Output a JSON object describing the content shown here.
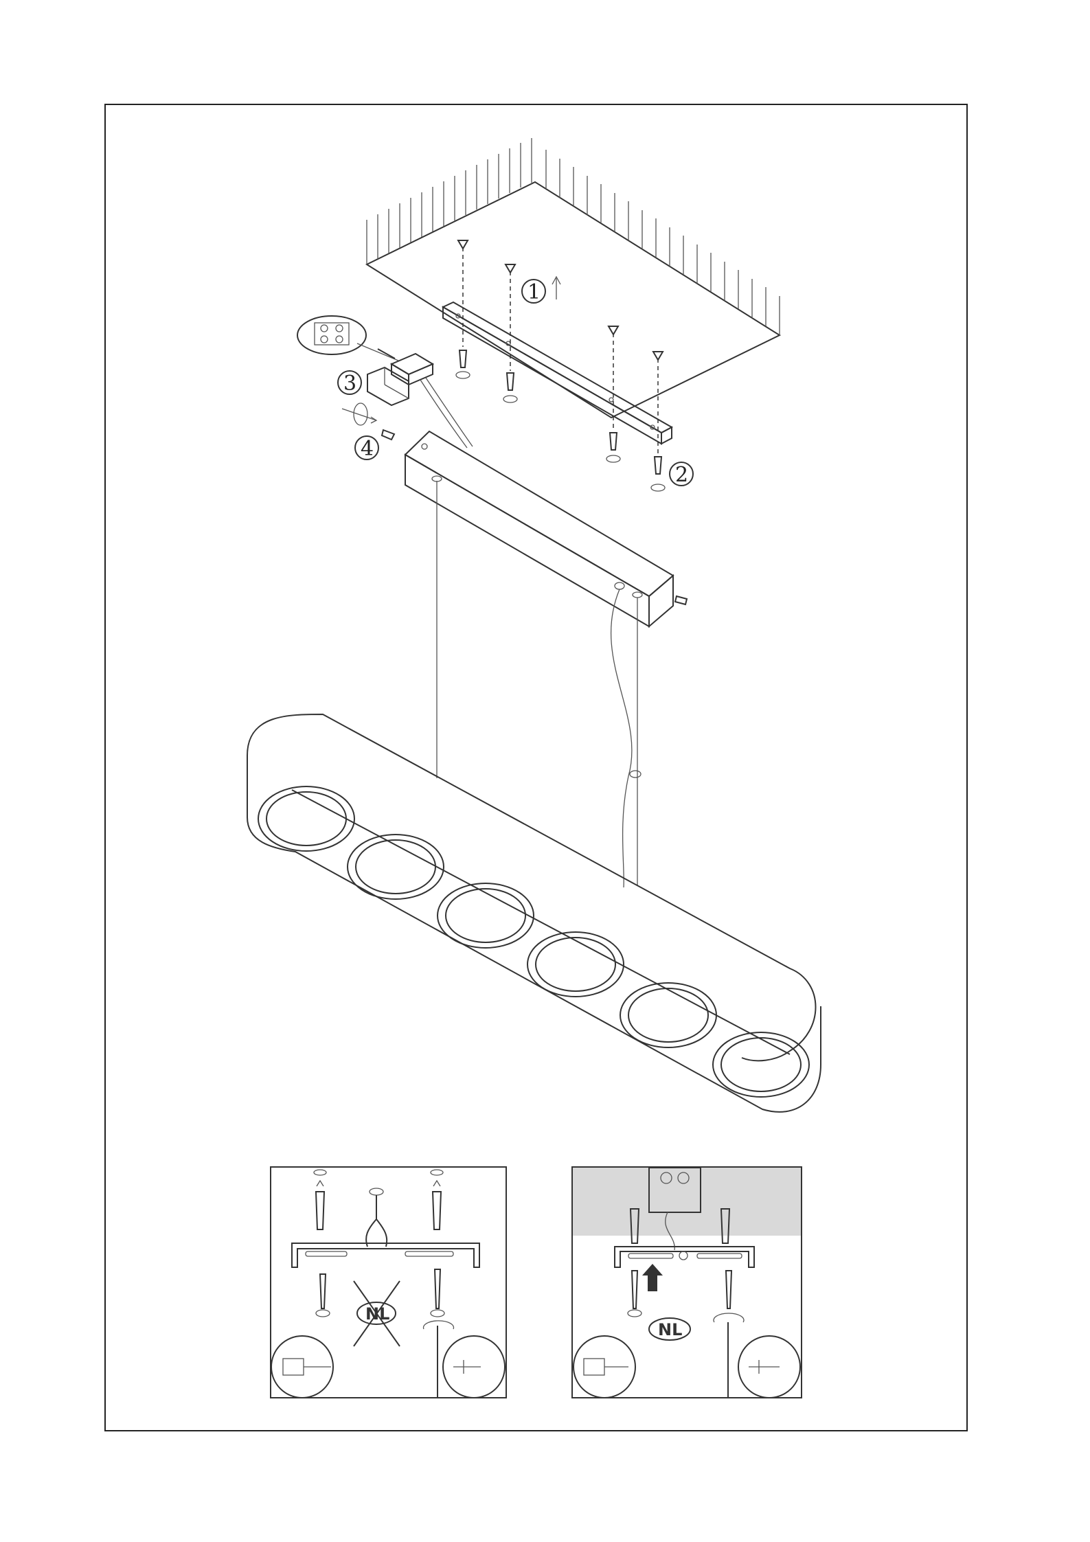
{
  "steps": {
    "step1": "1",
    "step2": "2",
    "step3": "3",
    "step4": "4"
  },
  "panels": {
    "left_badge": "NL",
    "right_badge": "NL"
  },
  "colors": {
    "line": "#333333",
    "panel_ceiling": "#d9d9d9",
    "background": "#ffffff"
  },
  "icons": [
    "ceiling-hatch-icon",
    "screw-icon",
    "wall-plug-icon",
    "screwdriver-icon",
    "drill-icon",
    "rotate-arrow-icon",
    "up-arrow-icon"
  ]
}
